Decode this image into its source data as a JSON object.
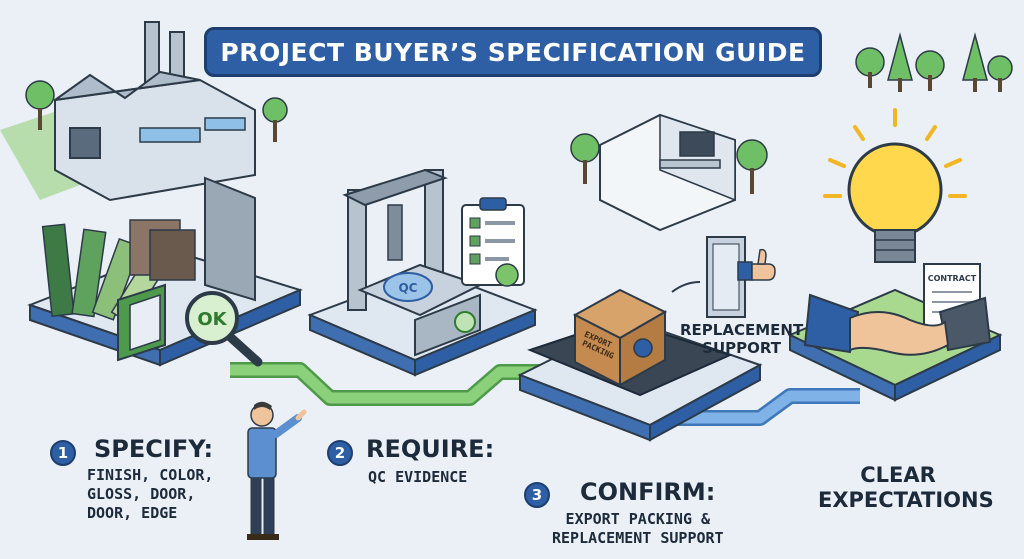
{
  "title": "PROJECT BUYER’S SPECIFICATION GUIDE",
  "steps": [
    {
      "number": "1",
      "heading": "SPECIFY:",
      "lines": [
        "FINISH, COLOR,",
        "GLOSS, DOOR,",
        "DOOR, EDGE"
      ]
    },
    {
      "number": "2",
      "heading": "REQUIRE:",
      "lines": [
        "QC EVIDENCE"
      ]
    },
    {
      "number": "3",
      "heading": "CONFIRM:",
      "lines": [
        "EXPORT PACKING &",
        "REPLACEMENT SUPPORT"
      ]
    }
  ],
  "replacement_label": [
    "REPLACEMENT",
    "SUPPORT"
  ],
  "clear_label": [
    "CLEAR",
    "EXPECTATIONS"
  ],
  "inspection_badge": "OK",
  "qc_badge": "QC",
  "box_label": [
    "EXPORT",
    "PACKING"
  ],
  "contract_label": "CONTRACT",
  "colors": {
    "navy": "#2e5ea3",
    "navy_dark": "#1d3e6e",
    "green_path": "#7cc46a",
    "blue_path": "#6fa3d9",
    "bulb": "#ffd84d"
  }
}
